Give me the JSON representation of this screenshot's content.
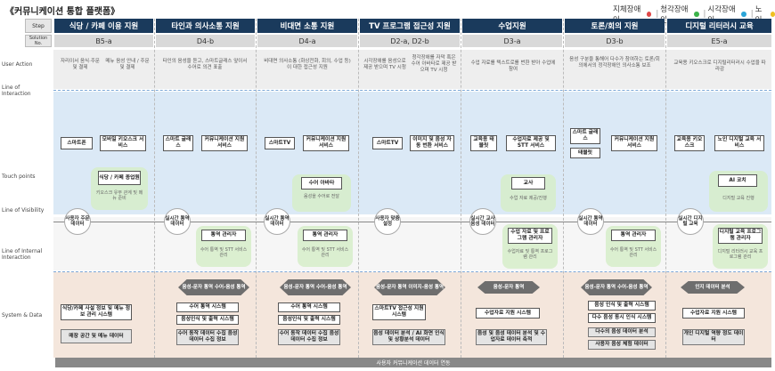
{
  "title": "《커뮤니케이션 통합 플랫폼》",
  "legend": [
    {
      "label": "지체장애인",
      "color": "#e04848"
    },
    {
      "label": "청각장애인",
      "color": "#3bb24a"
    },
    {
      "label": "시각장애인",
      "color": "#2aa4d8"
    },
    {
      "label": "노인",
      "color": "#f0c020"
    }
  ],
  "rows": {
    "step": "Step",
    "solution": "Solution No.",
    "user_action": "User Action",
    "line_interaction": "Line of Interaction",
    "touch_points": "Touch points",
    "line_visibility": "Line of Visibility",
    "line_internal": "Line of Internal Interaction",
    "system": "System & Data"
  },
  "columns": [
    {
      "step": "식당 / 카페 이용 지원",
      "code": "B5-a",
      "actions": [
        "자리이서 음식·주문 및 결제",
        "메뉴 음성 안내 / 주문 및 결제"
      ]
    },
    {
      "step": "타인과 의사소통 지원",
      "code": "D4-b",
      "actions": [
        "타인의 음성을 듣고, 스마트글래스 앞이서 수어로 의견 표출"
      ]
    },
    {
      "step": "비대면 소통 지원",
      "code": "D4-a",
      "actions": [
        "비대면 의사소통 (화상전화, 회의, 수업 등)이 대한 접근성 지원"
      ]
    },
    {
      "step": "TV 프로그램 접근성 지원",
      "code": "D2-a, D2-b",
      "actions": [
        "시각장애를 음성으로 제공 받으며 TV 시청",
        "청각장애를 자막 혹은 수어 아바타로 제공 받으며 TV 시청"
      ]
    },
    {
      "step": "수업지원",
      "code": "D3-a",
      "actions": [
        "수업 자료를 텍스트로를 번환 받아 수업에 참여"
      ]
    },
    {
      "step": "토론/회의 지원",
      "code": "D3-b",
      "actions": [
        "음성 구분을 통해어 다수가 참여하는 토론/회의에서의 정각장애인 의사소통 보조"
      ]
    },
    {
      "step": "디지털 리터러시 교육",
      "code": "E5-a",
      "actions": [
        "교육용 키오스크로 디지털리터러시 수업을 따라감"
      ]
    }
  ],
  "touch": {
    "c1_a": "스마트폰",
    "c1_b": "모바일 키오스크 서비스",
    "c1_c": "식당 / 카페 종업원",
    "c1_note": "키오스크 유무 관계 및 메뉴 준비",
    "c2_a": "스마트 글래스",
    "c2_b": "커뮤니케이션 지원 서비스",
    "c3_a": "스마트TV",
    "c3_b": "커뮤니케이션 지원 서비스",
    "c3_c": "수어 아바타",
    "c3_note": "음성을 수어로 전달",
    "c4_a": "스마트TV",
    "c4_b": "이미지 및 음성 자동 번환 서비스",
    "c5_a": "교육용 태블릿",
    "c5_b": "수업자료 제공 및 STT 서비스",
    "c5_c": "교사",
    "c5_note": "수업 자료 제공/진행",
    "c6_a": "스마트 글래스",
    "c6_b": "태블릿",
    "c6_c": "커뮤니케이션 지원 서비스",
    "c7_a": "교육용 키오스크",
    "c7_b": "노인 디지털 교육 서비스",
    "c7_c": "AI 코치",
    "c7_note": "디지털 교육 진행"
  },
  "visibility_circles": [
    "사용자 주문 데이터",
    "실시간 통역 데이터",
    "실시간 통역 데이터",
    "사용자 맞춤 설정",
    "실시간 교사 음성 데이터",
    "실시간 통역 데이터",
    "실시간 디지털 교육"
  ],
  "backstage": {
    "c2": "통역 관리자",
    "c2_note": "수어 통역 및 STT 서비스 관리",
    "c3": "통역 관리자",
    "c3_note": "수어 통역 및 STT 서비스 관리",
    "c5": "수업 자료 및 프로그램 관리자",
    "c5_note": "수업자료 및 통역 프로그램 관리",
    "c6": "통역 관리자",
    "c6_note": "수어 통역 및 STT 서비스 관리",
    "c7": "디지털 교육 프로그램 관리자",
    "c7_note": "디지털 리터러시 교육 프로그램 관리"
  },
  "system": {
    "c1_a": "식당/카페 사설 정보 및 메뉴 정보 관리 시스템",
    "c1_b": "매장 공간 및 메뉴 데이터",
    "diamond_23": "음성-문자 통역 수어-음성 통역",
    "diamond_3b": "음성-문자 통역 수어-음성 통역",
    "diamond_4": "음성-문자 통역 이미지-음성 통역",
    "diamond_5": "음성-문자 통역",
    "diamond_6": "음성-문자 통역 수어-음성 통역",
    "diamond_7": "인지 데이터 분석",
    "c2_a": "수어 통역 시스템",
    "c2_b": "음성인식 및 출력 시스템",
    "c2_c": "수어 동작 데이터 수집 음성 데이터 수집 정보",
    "c3_a": "수어 통역 시스템",
    "c3_b": "음성인식 및 출력 시스템",
    "c3_c": "수어 동작 데이터 수집 음성 데이터 수집 정보",
    "c4_a": "스마트TV 접근성 지원 시스템",
    "c4_b": "음성 데이터 분석 / AI 화면 인식 및 상황분석 데이터",
    "c5_a": "수업자료 지원 시스템",
    "c5_b": "음성 및 음성 데이터 분석 및 수업자료 데이터 축적",
    "c6_a": "음성 인식 및 출력 시스템",
    "c6_b": "다수 음성 동시 인식 시스템",
    "c6_c": "다수의 음성 데이터 분석",
    "c6_d": "사용자 음성 체험 데이터",
    "c7_a": "수업자료 지원 시스템",
    "c7_b": "개인 디지털 역량 정도 데이터"
  },
  "footer": "사용자 커뮤니케이션 데이터 연동"
}
